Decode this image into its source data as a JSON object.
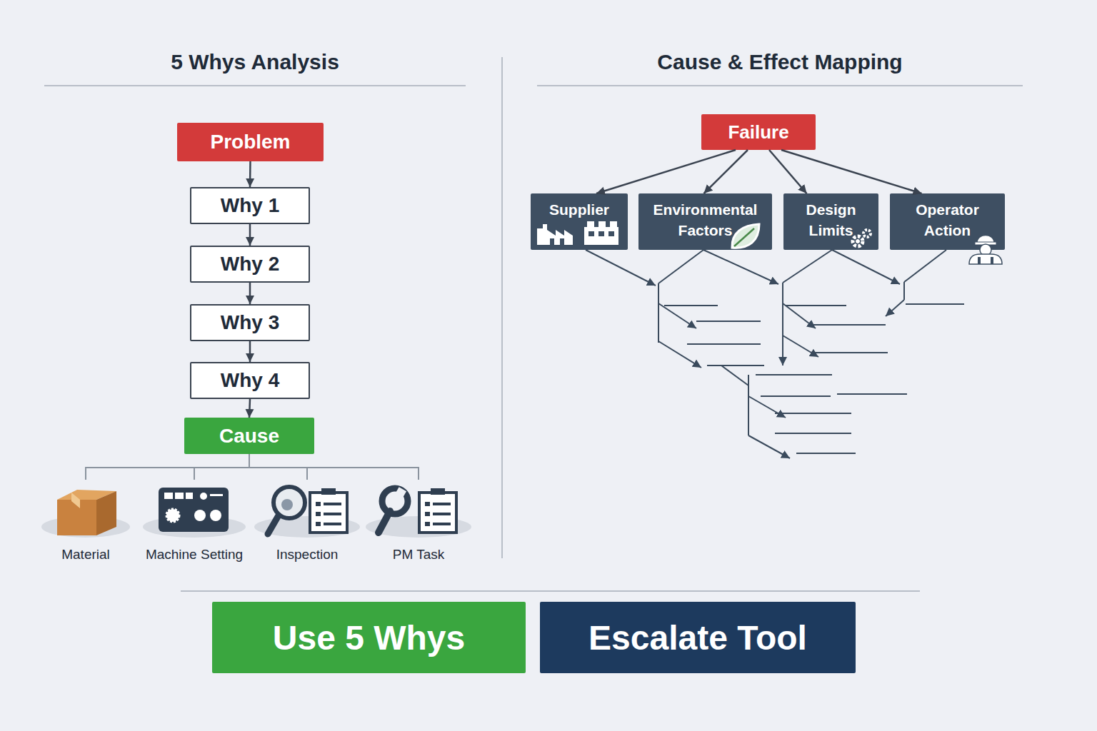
{
  "diagram": {
    "nodes": [
      {
        "text": [
          "Problem"
        ]
      },
      {
        "text": [
          "Why 1"
        ]
      },
      {
        "text": [
          "Why 2"
        ]
      },
      {
        "text": [
          "Why 3"
        ]
      },
      {
        "text": [
          "Why 4"
        ]
      },
      {
        "text": [
          "Cause"
        ]
      },
      {
        "text": [
          "Material"
        ]
      },
      {
        "text": [
          "Machine Setting"
        ]
      },
      {
        "text": [
          "Inspection"
        ]
      },
      {
        "text": [
          "PM Task"
        ]
      },
      {
        "text": [
          "Failure"
        ]
      },
      {
        "text": [
          "Supplier"
        ]
      },
      {
        "text": [
          "Environmental Factors"
        ]
      },
      {
        "text": [
          "Design Limits"
        ]
      },
      {
        "text": [
          "Operator Action"
        ]
      },
      {
        "text": [
          "Use 5 Whys"
        ]
      },
      {
        "text": [
          "Escalate Tool"
        ]
      }
    ],
    "edges": [
      {
        "from": 0,
        "to": 1,
        "arrow": "to"
      },
      {
        "from": 1,
        "to": 2,
        "arrow": "to"
      },
      {
        "from": 2,
        "to": 3,
        "arrow": "to"
      },
      {
        "from": 3,
        "to": 4,
        "arrow": "to"
      },
      {
        "from": 4,
        "to": 5,
        "arrow": "to"
      },
      {
        "from": 5,
        "to": 6,
        "arrow": "none"
      },
      {
        "from": 5,
        "to": 7,
        "arrow": "none"
      },
      {
        "from": 5,
        "to": 8,
        "arrow": "none"
      },
      {
        "from": 5,
        "to": 9,
        "arrow": "none"
      },
      {
        "from": 10,
        "to": 11,
        "arrow": "to"
      },
      {
        "from": 10,
        "to": 12,
        "arrow": "to"
      },
      {
        "from": 10,
        "to": 13,
        "arrow": "to"
      },
      {
        "from": 10,
        "to": 14,
        "arrow": "to"
      }
    ],
    "labels": [
      "5 Whys Analysis",
      "Cause & Effect Mapping"
    ]
  }
}
